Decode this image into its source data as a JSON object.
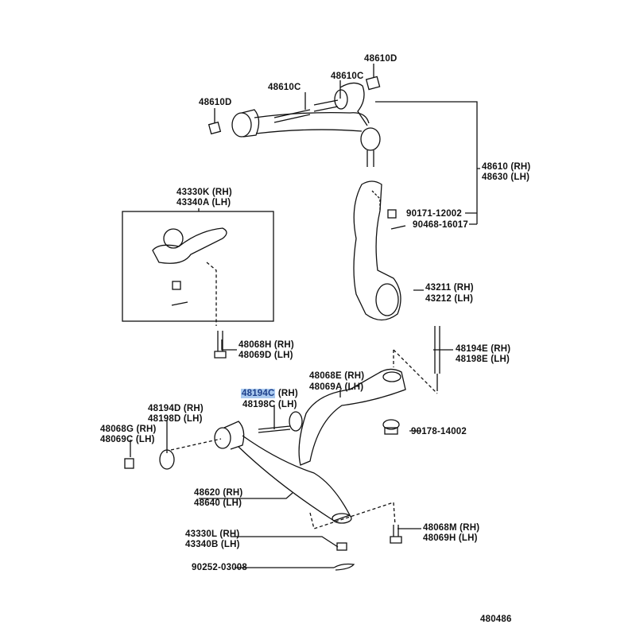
{
  "diagram": {
    "id": "480486",
    "highlight_color": "#a9c9ef",
    "labels": {
      "nut_upper_right": "48610D",
      "bolt_upper_right": "48610C",
      "bolt_upper_left": "48610C",
      "nut_upper_left": "48610D",
      "upper_arm_rh": "48610 (RH)",
      "upper_arm_lh": "48630 (LH)",
      "ball_joint_rh": "43330K (RH)",
      "ball_joint_lh": "43340A (LH)",
      "nut_knuckle": "90171-12002",
      "pin_knuckle": "90468-16017",
      "knuckle_rh": "43211 (RH)",
      "knuckle_lh": "43212 (LH)",
      "bolt_balljoint_rh": "48068H (RH)",
      "bolt_balljoint_lh": "48069D (LH)",
      "stud_rh": "48194E (RH)",
      "stud_lh": "48198E (LH)",
      "strut_rh": "48068E (RH)",
      "strut_lh": "48069A (LH)",
      "cam_bolt_part": "48194C",
      "cam_bolt_rh_suffix": "(RH)",
      "cam_bolt_lh": "48198C (LH)",
      "cam_plate_rh": "48194D (RH)",
      "cam_plate_lh": "48198D (LH)",
      "nut_cam_rh": "48068G (RH)",
      "nut_cam_lh": "48069C (LH)",
      "nut_strut": "90178-14002",
      "lower_arm_rh": "48620 (RH)",
      "lower_arm_lh": "48640 (LH)",
      "bolt_lower_rh": "48068M (RH)",
      "bolt_lower_lh": "48069H (LH)",
      "castle_nut_rh": "43330L (RH)",
      "castle_nut_lh": "43340B (LH)",
      "cotter_pin": "90252-03008"
    }
  }
}
